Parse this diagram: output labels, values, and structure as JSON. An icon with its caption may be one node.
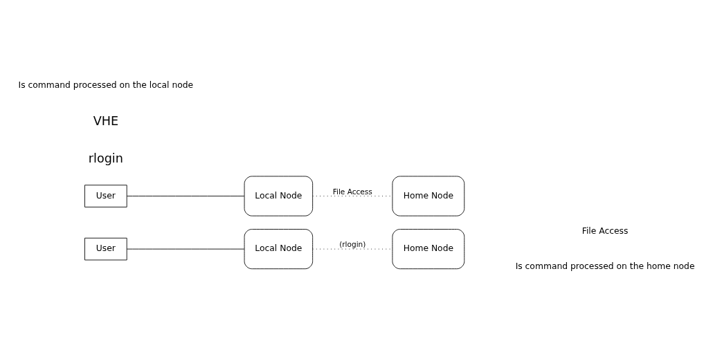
{
  "diagram": {
    "nodes": [
      {
        "text": [
          "User"
        ]
      },
      {
        "text": [
          "Local Node"
        ]
      },
      {
        "text": [
          "Home Node"
        ]
      },
      {
        "text": [
          "User"
        ]
      },
      {
        "text": [
          "Local Node"
        ]
      },
      {
        "text": [
          "Home Node"
        ]
      }
    ],
    "edges": [
      {
        "from": 0,
        "to": 1,
        "arrow": "none"
      },
      {
        "from": 1,
        "to": 2,
        "arrow": "none",
        "label": "(rlogin)",
        "style": "dashed"
      },
      {
        "from": 3,
        "to": 4,
        "arrow": "none"
      },
      {
        "from": 4,
        "to": 5,
        "arrow": "none",
        "label": "File Access",
        "style": "dashed"
      }
    ],
    "labels": [
      "rlogin",
      "File Access",
      "Is command processed on the home node",
      "VHE",
      "Is command processed on the local node"
    ]
  }
}
